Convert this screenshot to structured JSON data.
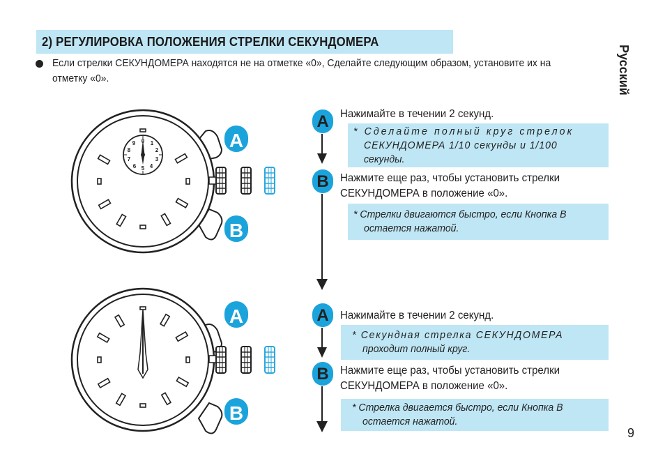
{
  "header": {
    "title": "2)  РЕГУЛИРОВКА ПОЛОЖЕНИЯ СТРЕЛКИ СЕКУНДОМЕРА",
    "intro": "Если стрелки СЕКУНДОМЕРА находятся не на отметке «0», Сделайте следующим образом, установите их на отметку «0»."
  },
  "side_label": "Русский",
  "page_number": "9",
  "button_letters": {
    "a": "A",
    "b": "B"
  },
  "section1": {
    "step_a_text": "Нажимайте в течении 2 секунд.",
    "note_a_line1": "* Сделайте полный круг стрелок",
    "note_a_line2": "СЕКУНДОМЕРА 1/10 секунды и 1/100",
    "note_a_line3": "секунды.",
    "step_b_text_line1": "Нажмите еще раз, чтобы установить стрелки",
    "step_b_text_line2": "СЕКУНДОМЕРА в положение «0».",
    "note_b_line1": "* Стрелки двигаются быстро, если Кнопка B",
    "note_b_line2": "остается нажатой."
  },
  "section2": {
    "step_a_text": "Нажимайте в течении 2 секунд.",
    "note_a_line1": "* Секундная стрелка СЕКУНДОМЕРА",
    "note_a_line2": "проходит полный круг.",
    "step_b_text_line1": "Нажмите еще раз, чтобы установить стрелки",
    "step_b_text_line2": "СЕКУНДОМЕРА в положение «0».",
    "note_b_line1": "* Стрелка двигается быстро, если Кнопка B",
    "note_b_line2": "остается нажатой."
  },
  "subdial_numbers": [
    "0",
    "1",
    "2",
    "3",
    "4",
    "5",
    "6",
    "7",
    "8",
    "9"
  ],
  "colors": {
    "accent_fill": "#bfe6f4",
    "badge_blue": "#1ba3dc",
    "crown_highlight": "#2aa7de",
    "ink": "#222222"
  }
}
